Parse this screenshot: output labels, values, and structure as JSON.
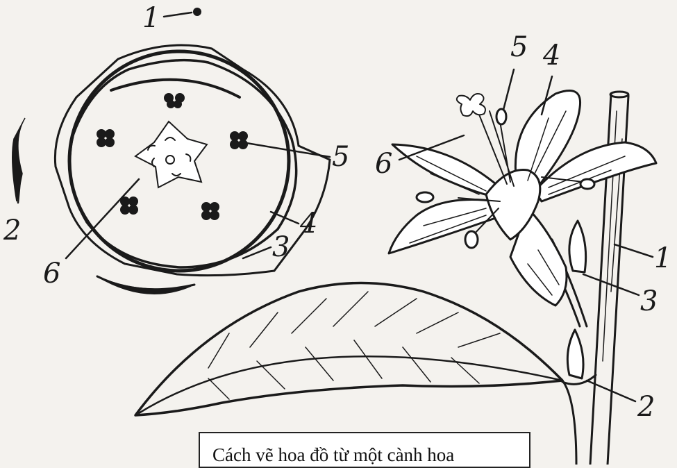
{
  "diagram": {
    "floral_diagram_labels": {
      "l1": "1",
      "l2": "2",
      "l3": "3",
      "l4": "4",
      "l5": "5",
      "l6": "6"
    },
    "branch_labels": {
      "l1": "1",
      "l2": "2",
      "l3": "3",
      "l4": "4",
      "l5": "5",
      "l6": "6"
    },
    "caption": "Cách vẽ hoa đồ từ một cành  hoa"
  }
}
